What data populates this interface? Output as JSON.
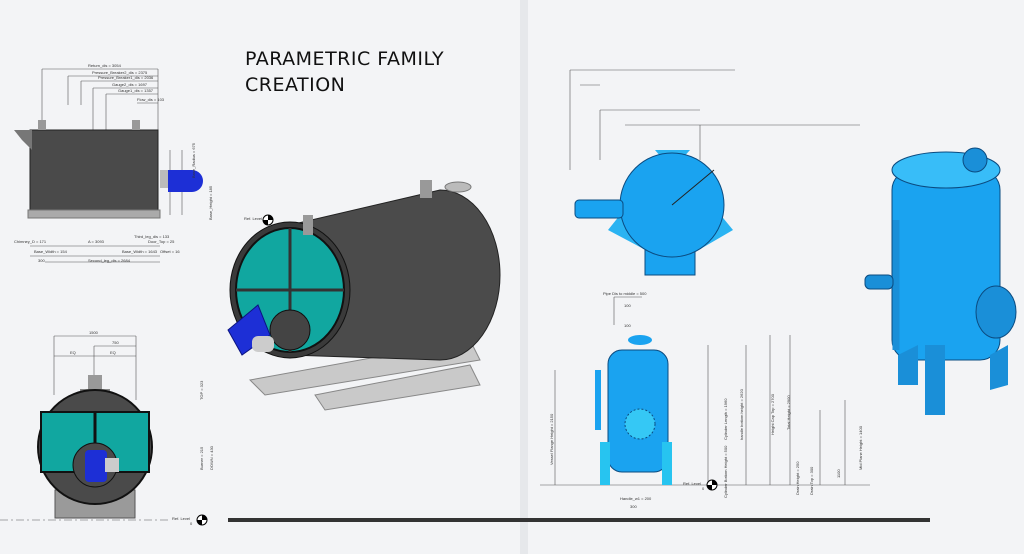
{
  "title": {
    "line1": "PARAMETRIC FAMILY",
    "line2": "CREATION"
  },
  "colors": {
    "background": "#f3f4f6",
    "boiler_body": "#4a4a4a",
    "boiler_panel": "#11a7a0",
    "burner": "#1d2fd6",
    "vessel": "#1aa3f0",
    "rule": "#333333"
  },
  "boiler_side": {
    "top_dims": [
      "Return_dis = 3054",
      "Pressure_Breaker2_dis = 2375",
      "Pressure_Breaker1_dis = 2036",
      "Gauge2_dis = 1697",
      "Gauge1_dis = 1357",
      "Flow_dis = 103"
    ],
    "bottom_dims": [
      "Chimney_D = 171",
      "A = 3093",
      "Base_Width = 154",
      "Base_Width = 1643",
      "Offset = 16",
      "Second_leg_dis = 2684",
      "Third_leg_dis = 133",
      "Door_Top = 25",
      "300"
    ],
    "right_dims": [
      "Base_Radius = 675",
      "Base_Height = 185"
    ],
    "ref_level": "Ref. Level"
  },
  "boiler_front": {
    "dims": [
      "1500",
      "750",
      "EQ",
      "EQ"
    ],
    "side_dims": [
      "TOP = 323",
      "Burner = 215",
      "DOWN = 430"
    ],
    "ref_level": "Ref. Level",
    "ref_value": "0"
  },
  "vessel_elevation": {
    "top_dims": [
      "Pipe Dis to middle = 500",
      "100",
      "100"
    ],
    "left_dim": "Vessel Flange Height = 2150",
    "right_dims": [
      "Cylinder Bottom Height = 500",
      "Cylinder Length = 1960",
      "handle bottom height = 2620",
      "Height Cap Top = 2700",
      "Total Height = 2900",
      "Drain Height = 250",
      "Drain Top = 300",
      "1100",
      "Mid Plane Height = 1400"
    ],
    "bottom_dims": [
      "Handle_w1 = 200",
      "300"
    ],
    "ref_level": "Ref. Level",
    "ref_value": "0"
  }
}
